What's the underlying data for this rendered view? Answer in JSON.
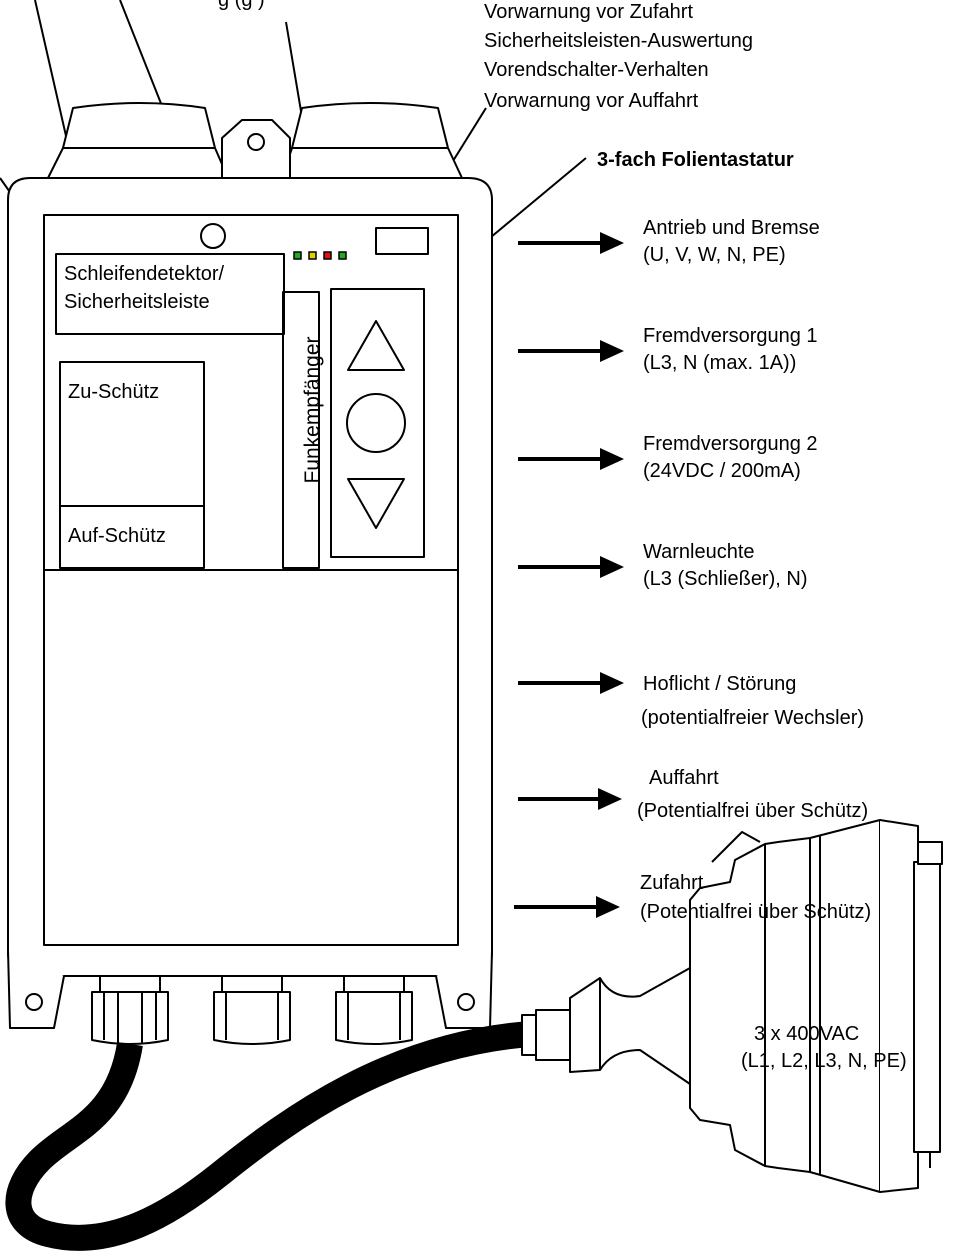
{
  "top_labels": {
    "partial_line_a": "g   (g   )",
    "line1": "Vorwarnung vor Zufahrt",
    "line2": "Sicherheitsleisten-Auswertung",
    "line3": "Vorendschalter-Verhalten",
    "line4": "Vorwarnung vor Auffahrt"
  },
  "keypad_title": "3-fach Folientastatur",
  "modules": {
    "detector_line1": "Schleifendetektor/",
    "detector_line2": "Sicherheitsleiste",
    "receiver": "Funkempfänger",
    "close_contactor": "Zu-Schütz",
    "open_contactor": "Auf-Schütz"
  },
  "outputs": [
    {
      "line1": "Antrieb und Bremse",
      "line2": "(U, V, W, N, PE)"
    },
    {
      "line1": "Fremdversorgung 1",
      "line2": "(L3, N (max. 1A))"
    },
    {
      "line1": "Fremdversorgung 2",
      "line2": "(24VDC / 200mA)"
    },
    {
      "line1": "Warnleuchte",
      "line2": "(L3 (Schließer), N)"
    },
    {
      "line1": "Hoflicht / Störung",
      "line2": "(potentialfreier Wechsler)"
    },
    {
      "line1": "Auffahrt",
      "line2": "(Potentialfrei über Schütz)"
    },
    {
      "line1": "Zufahrt",
      "line2": "(Potentialfrei über Schütz)"
    }
  ],
  "supply": {
    "line1": "3 x 400VAC",
    "line2": "(L1, L2, L3, N, PE)"
  },
  "led_colors": [
    "#22aa22",
    "#e0d000",
    "#dd1111",
    "#22aa22"
  ]
}
